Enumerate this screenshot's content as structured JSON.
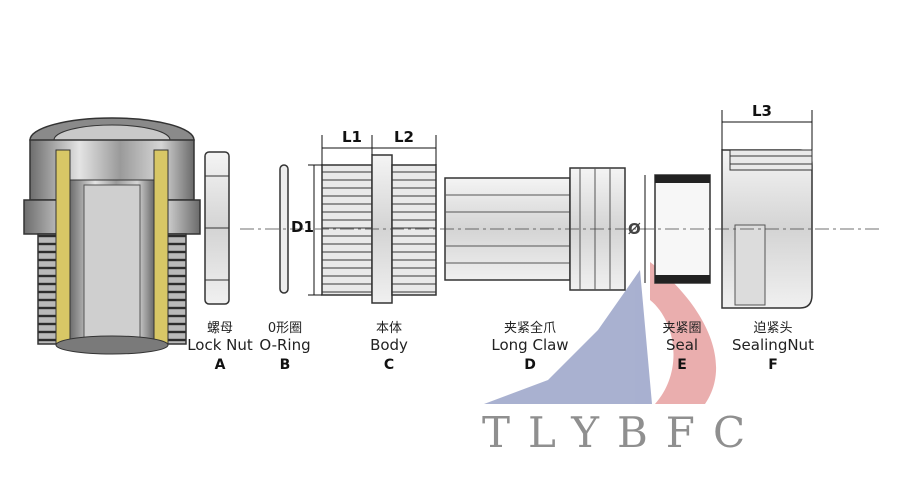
{
  "components": [
    {
      "chinese": "螺母",
      "english": "Lock Nut",
      "letter": "A"
    },
    {
      "chinese": "0形圈",
      "english": "O-Ring",
      "letter": "B"
    },
    {
      "chinese": "本体",
      "english": "Body",
      "letter": "C"
    },
    {
      "chinese": "夹紧全爪",
      "english": "Long Claw",
      "letter": "D"
    },
    {
      "chinese": "夹紧圈",
      "english": "Seal",
      "letter": "E"
    },
    {
      "chinese": "迫紧头",
      "english": "SealingNut",
      "letter": "F"
    }
  ],
  "dimensions": {
    "l1": "L1",
    "l2": "L2",
    "l3": "L3",
    "d1": "D1",
    "diameter_symbol": "Ø"
  },
  "watermark": {
    "text": "TLYBFC"
  },
  "colors": {
    "brass": "#d8c766",
    "steel": "#9a9a9a",
    "outline": "#333333",
    "logo_blue": "#9aa3c8",
    "logo_red": "#e7a1a1"
  }
}
